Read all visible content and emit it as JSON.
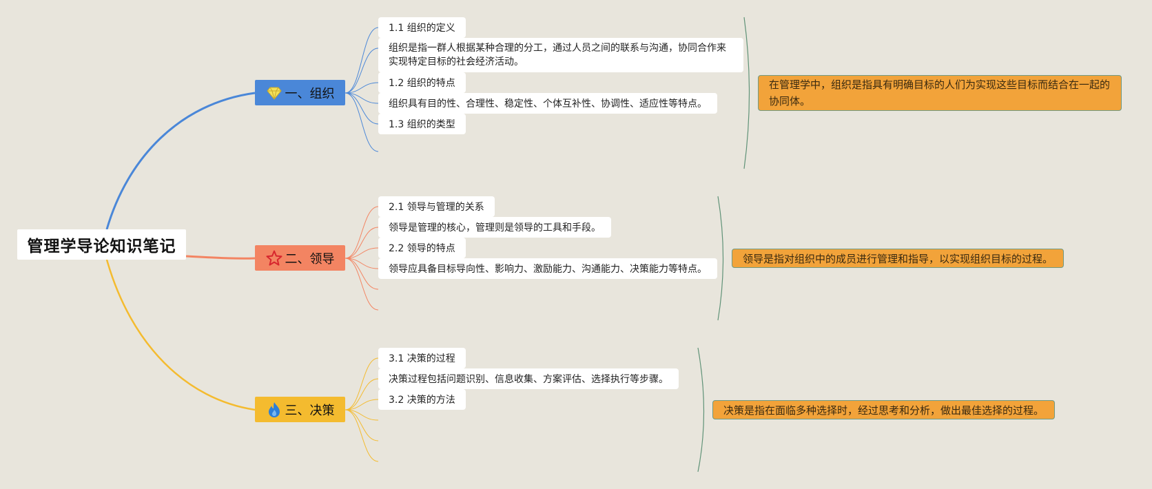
{
  "root": {
    "title": "管理学导论知识笔记"
  },
  "colors": {
    "background": "#e8e5dc",
    "branch1": "#4a87d8",
    "branch2": "#f38462",
    "branch3": "#f4bb2f",
    "summary_fill": "#f2a33a",
    "summary_border": "#6f9a84",
    "bracket": "#5f9277"
  },
  "branches": [
    {
      "label": "一、组织",
      "icon": "diamond-icon",
      "leaves": [
        "1.1 组织的定义",
        "组织是指一群人根据某种合理的分工，通过人员之间的联系与沟通，协同合作来实现特定目标的社会经济活动。",
        "1.2 组织的特点",
        "组织具有目的性、合理性、稳定性、个体互补性、协调性、适应性等特点。",
        "1.3 组织的类型"
      ],
      "summary": "在管理学中，组织是指具有明确目标的人们为实现这些目标而结合在一起的协同体。"
    },
    {
      "label": "二、领导",
      "icon": "star-icon",
      "leaves": [
        "2.1 领导与管理的关系",
        "领导是管理的核心，管理则是领导的工具和手段。",
        "2.2 领导的特点",
        "领导应具备目标导向性、影响力、激励能力、沟通能力、决策能力等特点。"
      ],
      "summary": "领导是指对组织中的成员进行管理和指导，以实现组织目标的过程。"
    },
    {
      "label": "三、决策",
      "icon": "flame-icon",
      "leaves": [
        "3.1 决策的过程",
        "决策过程包括问题识别、信息收集、方案评估、选择执行等步骤。",
        "3.2 决策的方法"
      ],
      "summary": "决策是指在面临多种选择时，经过思考和分析，做出最佳选择的过程。"
    }
  ]
}
